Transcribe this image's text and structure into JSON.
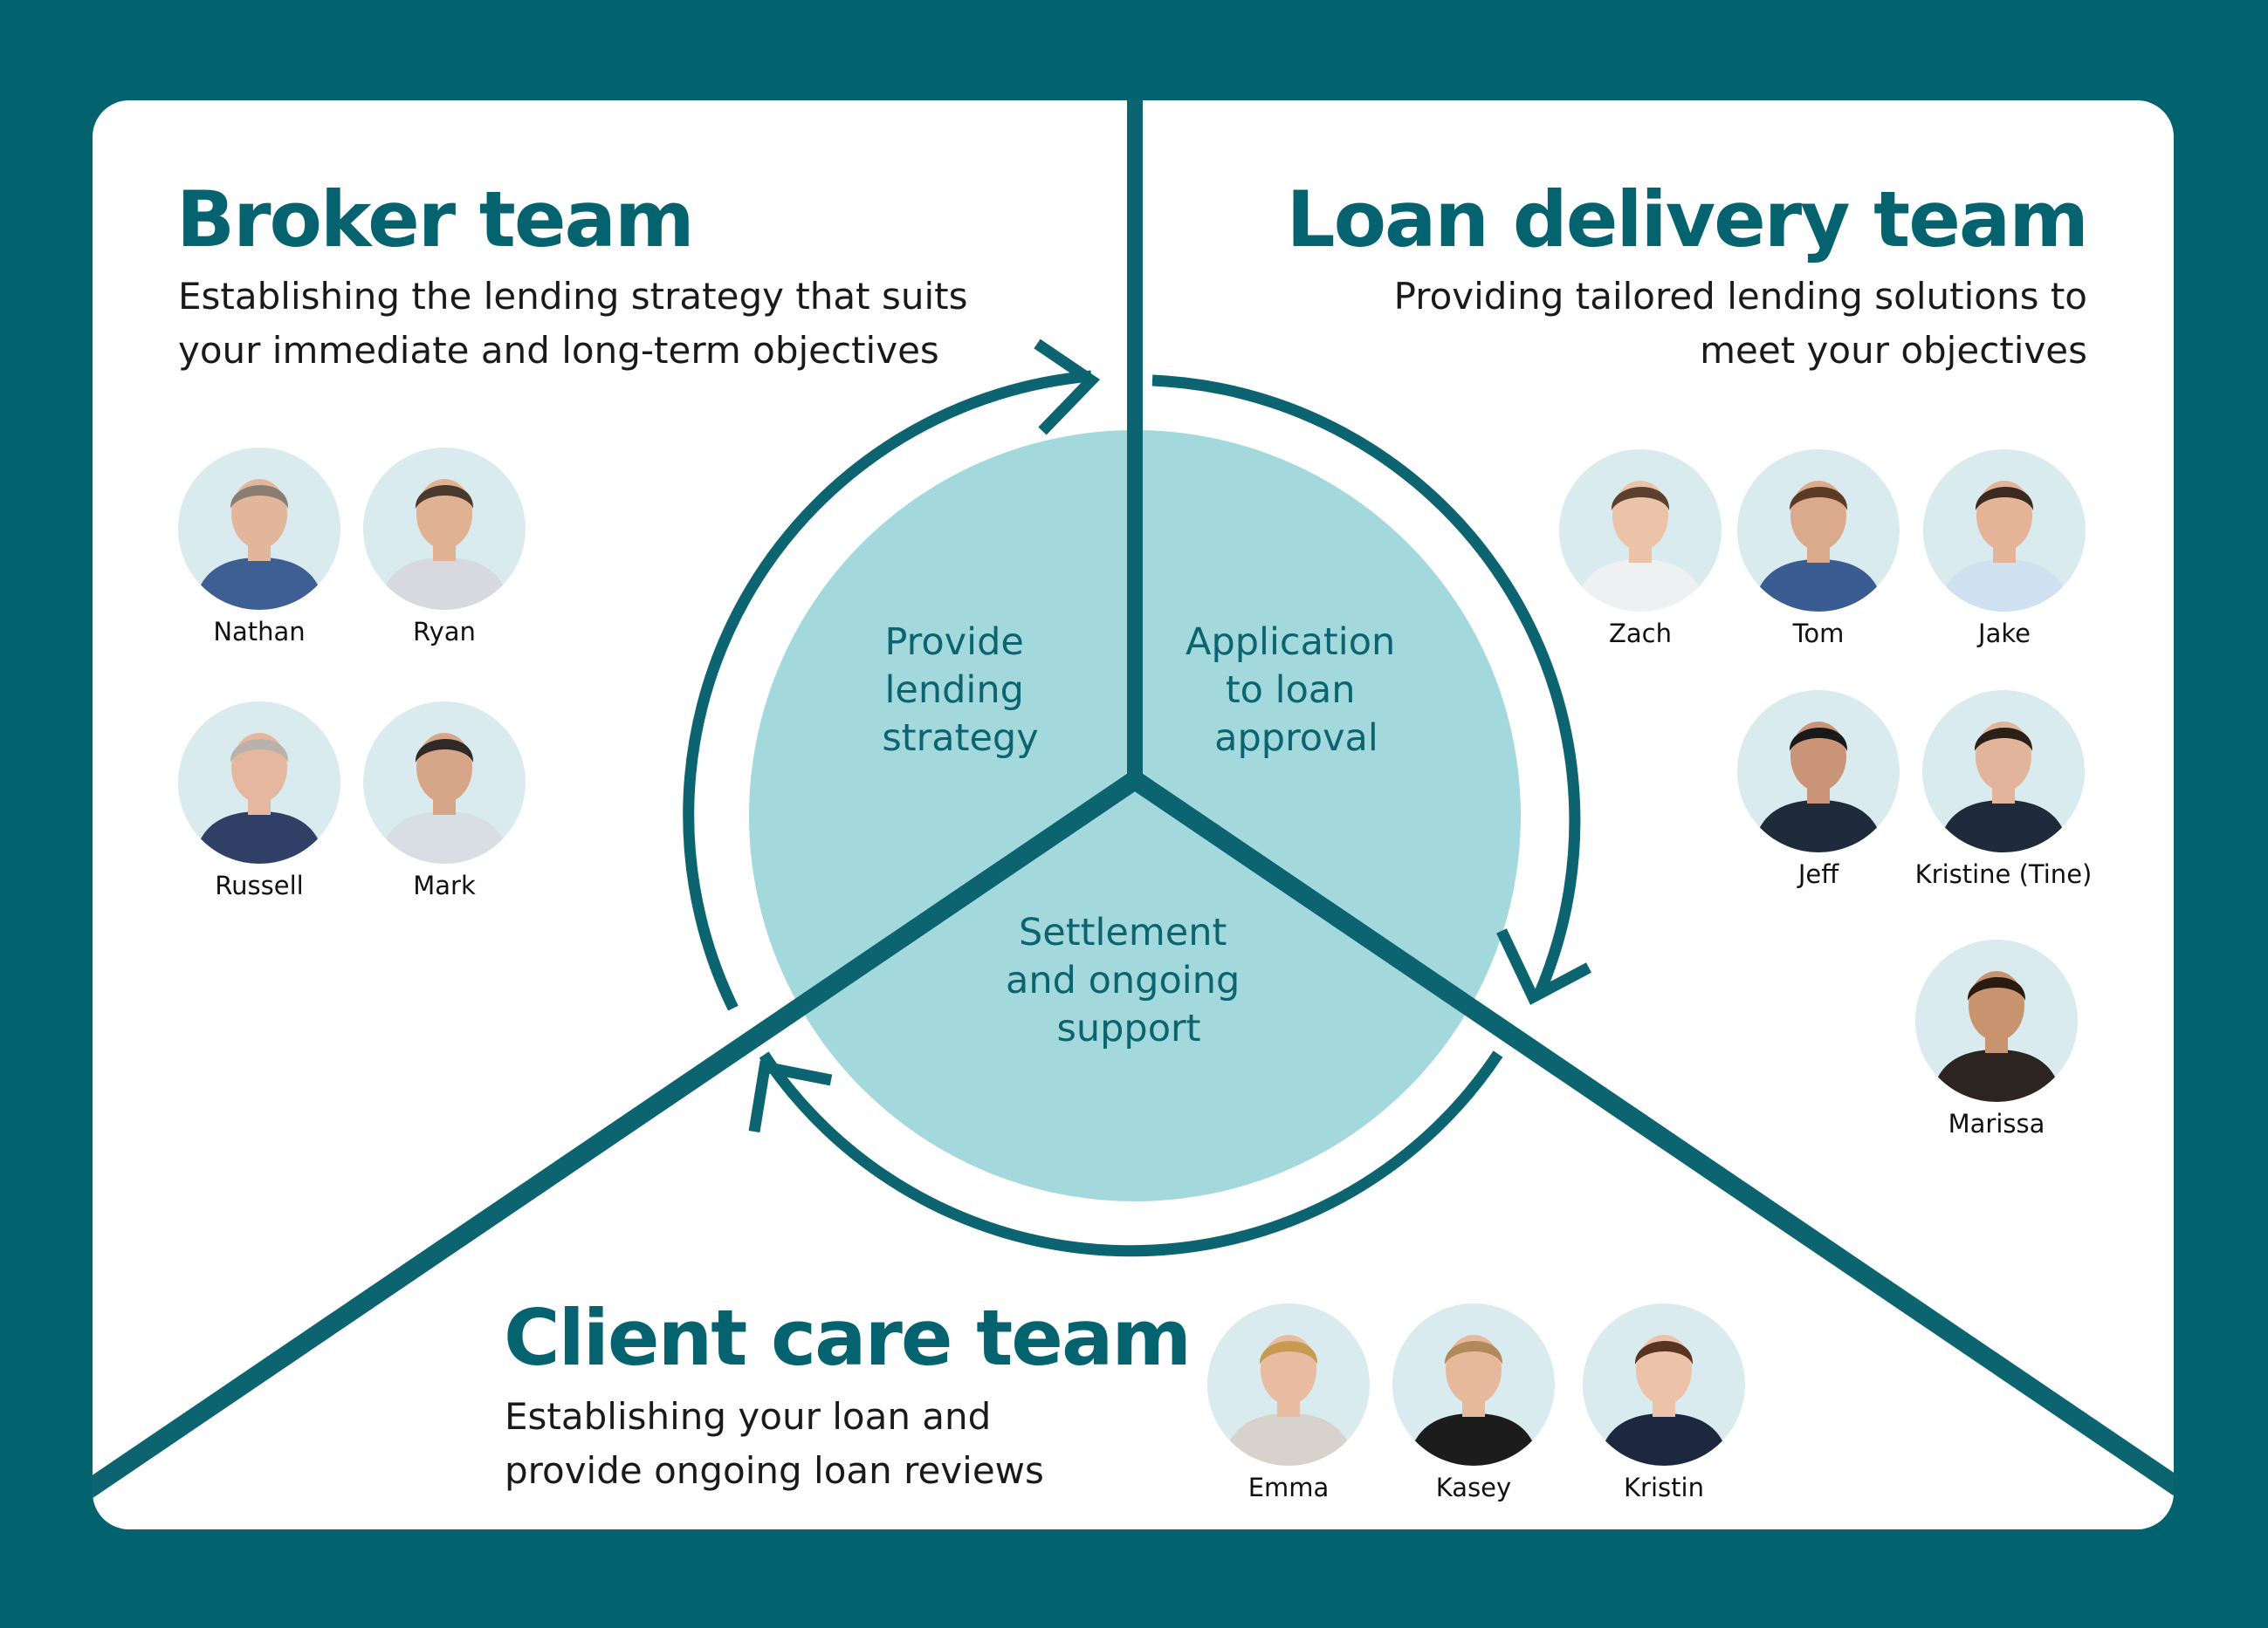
{
  "colors": {
    "frame": "#02636f",
    "card": "#ffffff",
    "accent": "#0b6470",
    "center_circle": "#a3d9dc",
    "avatar_background": "#d9ebee"
  },
  "cycle": {
    "stages": [
      "Provide lending strategy",
      "Application to loan approval",
      "Settlement and ongoing support"
    ],
    "stage_lines": [
      [
        "Provide",
        "lending",
        "strategy"
      ],
      [
        "Application",
        "to loan",
        "approval"
      ],
      [
        "Settlement",
        "and ongoing",
        "support"
      ]
    ],
    "direction": "clockwise"
  },
  "teams": {
    "broker": {
      "title": "Broker team",
      "description_lines": [
        "Establishing the lending strategy that suits",
        "your immediate and long-term objectives"
      ],
      "members": [
        "Nathan",
        "Ryan",
        "Russell",
        "Mark"
      ]
    },
    "loan_delivery": {
      "title": "Loan delivery team",
      "description_lines": [
        "Providing tailored lending solutions to",
        "meet your objectives"
      ],
      "members": [
        "Zach",
        "Tom",
        "Jake",
        "Jeff",
        "Kristine (Tine)",
        "Marissa"
      ]
    },
    "client_care": {
      "title": "Client care team",
      "description_lines": [
        "Establishing your loan and",
        "provide ongoing loan reviews"
      ],
      "members": [
        "Emma",
        "Kasey",
        "Kristin"
      ]
    }
  }
}
